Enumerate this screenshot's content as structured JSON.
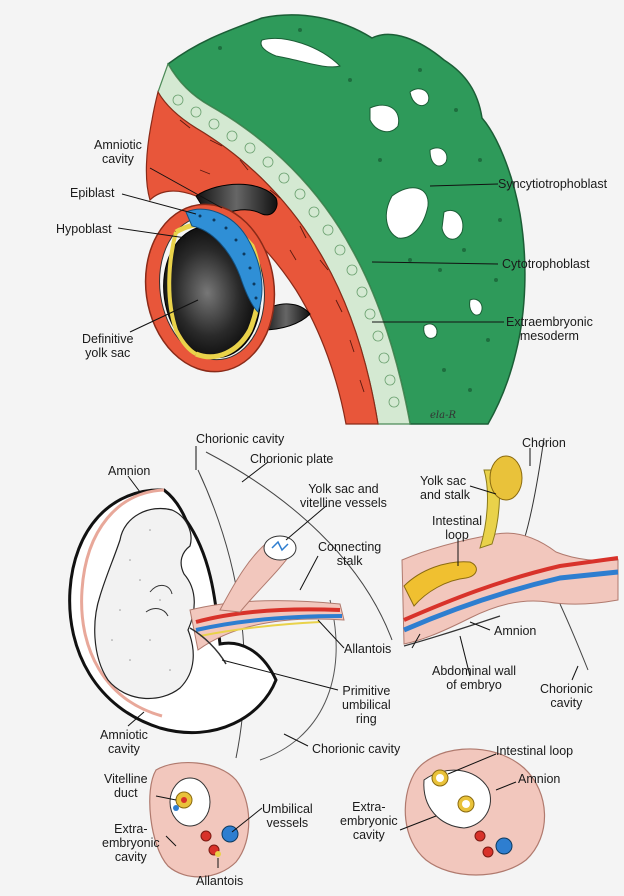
{
  "top_panel": {
    "labels": {
      "amniotic_cavity": [
        "Amniotic",
        "cavity"
      ],
      "epiblast": "Epiblast",
      "hypoblast": "Hypoblast",
      "definitive_yolk_sac": [
        "Definitive",
        "yolk sac"
      ],
      "syncytiotrophoblast": "Syncytiotrophoblast",
      "cytotrophoblast": "Cytotrophoblast",
      "extraembryonic_mesoderm": [
        "Extraembryonic",
        "mesoderm"
      ]
    },
    "signature": "ela-R"
  },
  "bottom_panel": {
    "labels": {
      "chorionic_cavity_top": "Chorionic cavity",
      "chorionic_plate": "Chorionic plate",
      "amnion_left": "Amnion",
      "yolk_sac_vitelline": [
        "Yolk sac and",
        "vitelline vessels"
      ],
      "connecting_stalk": [
        "Connecting",
        "stalk"
      ],
      "allantois_mid": "Allantois",
      "primitive_umbilical_ring": [
        "Primitive",
        "umbilical",
        "ring"
      ],
      "amniotic_cavity": [
        "Amniotic",
        "cavity"
      ],
      "chorionic_cavity_bottom": "Chorionic cavity",
      "chorion": "Chorion",
      "yolk_sac_stalk": [
        "Yolk sac",
        "and stalk"
      ],
      "intestinal_loop": [
        "Intestinal",
        "loop"
      ],
      "amnion_right": "Amnion",
      "abdominal_wall": [
        "Abdominal wall",
        "of embryo"
      ],
      "chorionic_cavity_right": [
        "Chorionic",
        "cavity"
      ],
      "vitelline_duct": [
        "Vitelline",
        "duct"
      ],
      "umbilical_vessels": [
        "Umbilical",
        "vessels"
      ],
      "extraembryonic_cavity_left": [
        "Extra-",
        "embryonic",
        "cavity"
      ],
      "allantois_bottom": "Allantois",
      "intestinal_loop_cross": "Intestinal loop",
      "amnion_cross": "Amnion",
      "extraembryonic_cavity_right": [
        "Extra-",
        "embryonic",
        "cavity"
      ]
    }
  },
  "colors": {
    "syncytiotrophoblast": "#2e9a5a",
    "cytotrophoblast": "#cfe6cf",
    "extraembryonic_mesoderm": "#e8563a",
    "epiblast": "#2f8fd6",
    "hypoblast": "#e9d24a",
    "yolk_sac_dark": "#111111",
    "cord_pink": "#f2c7bd",
    "artery": "#d8322a",
    "vein": "#2e7ed0"
  }
}
